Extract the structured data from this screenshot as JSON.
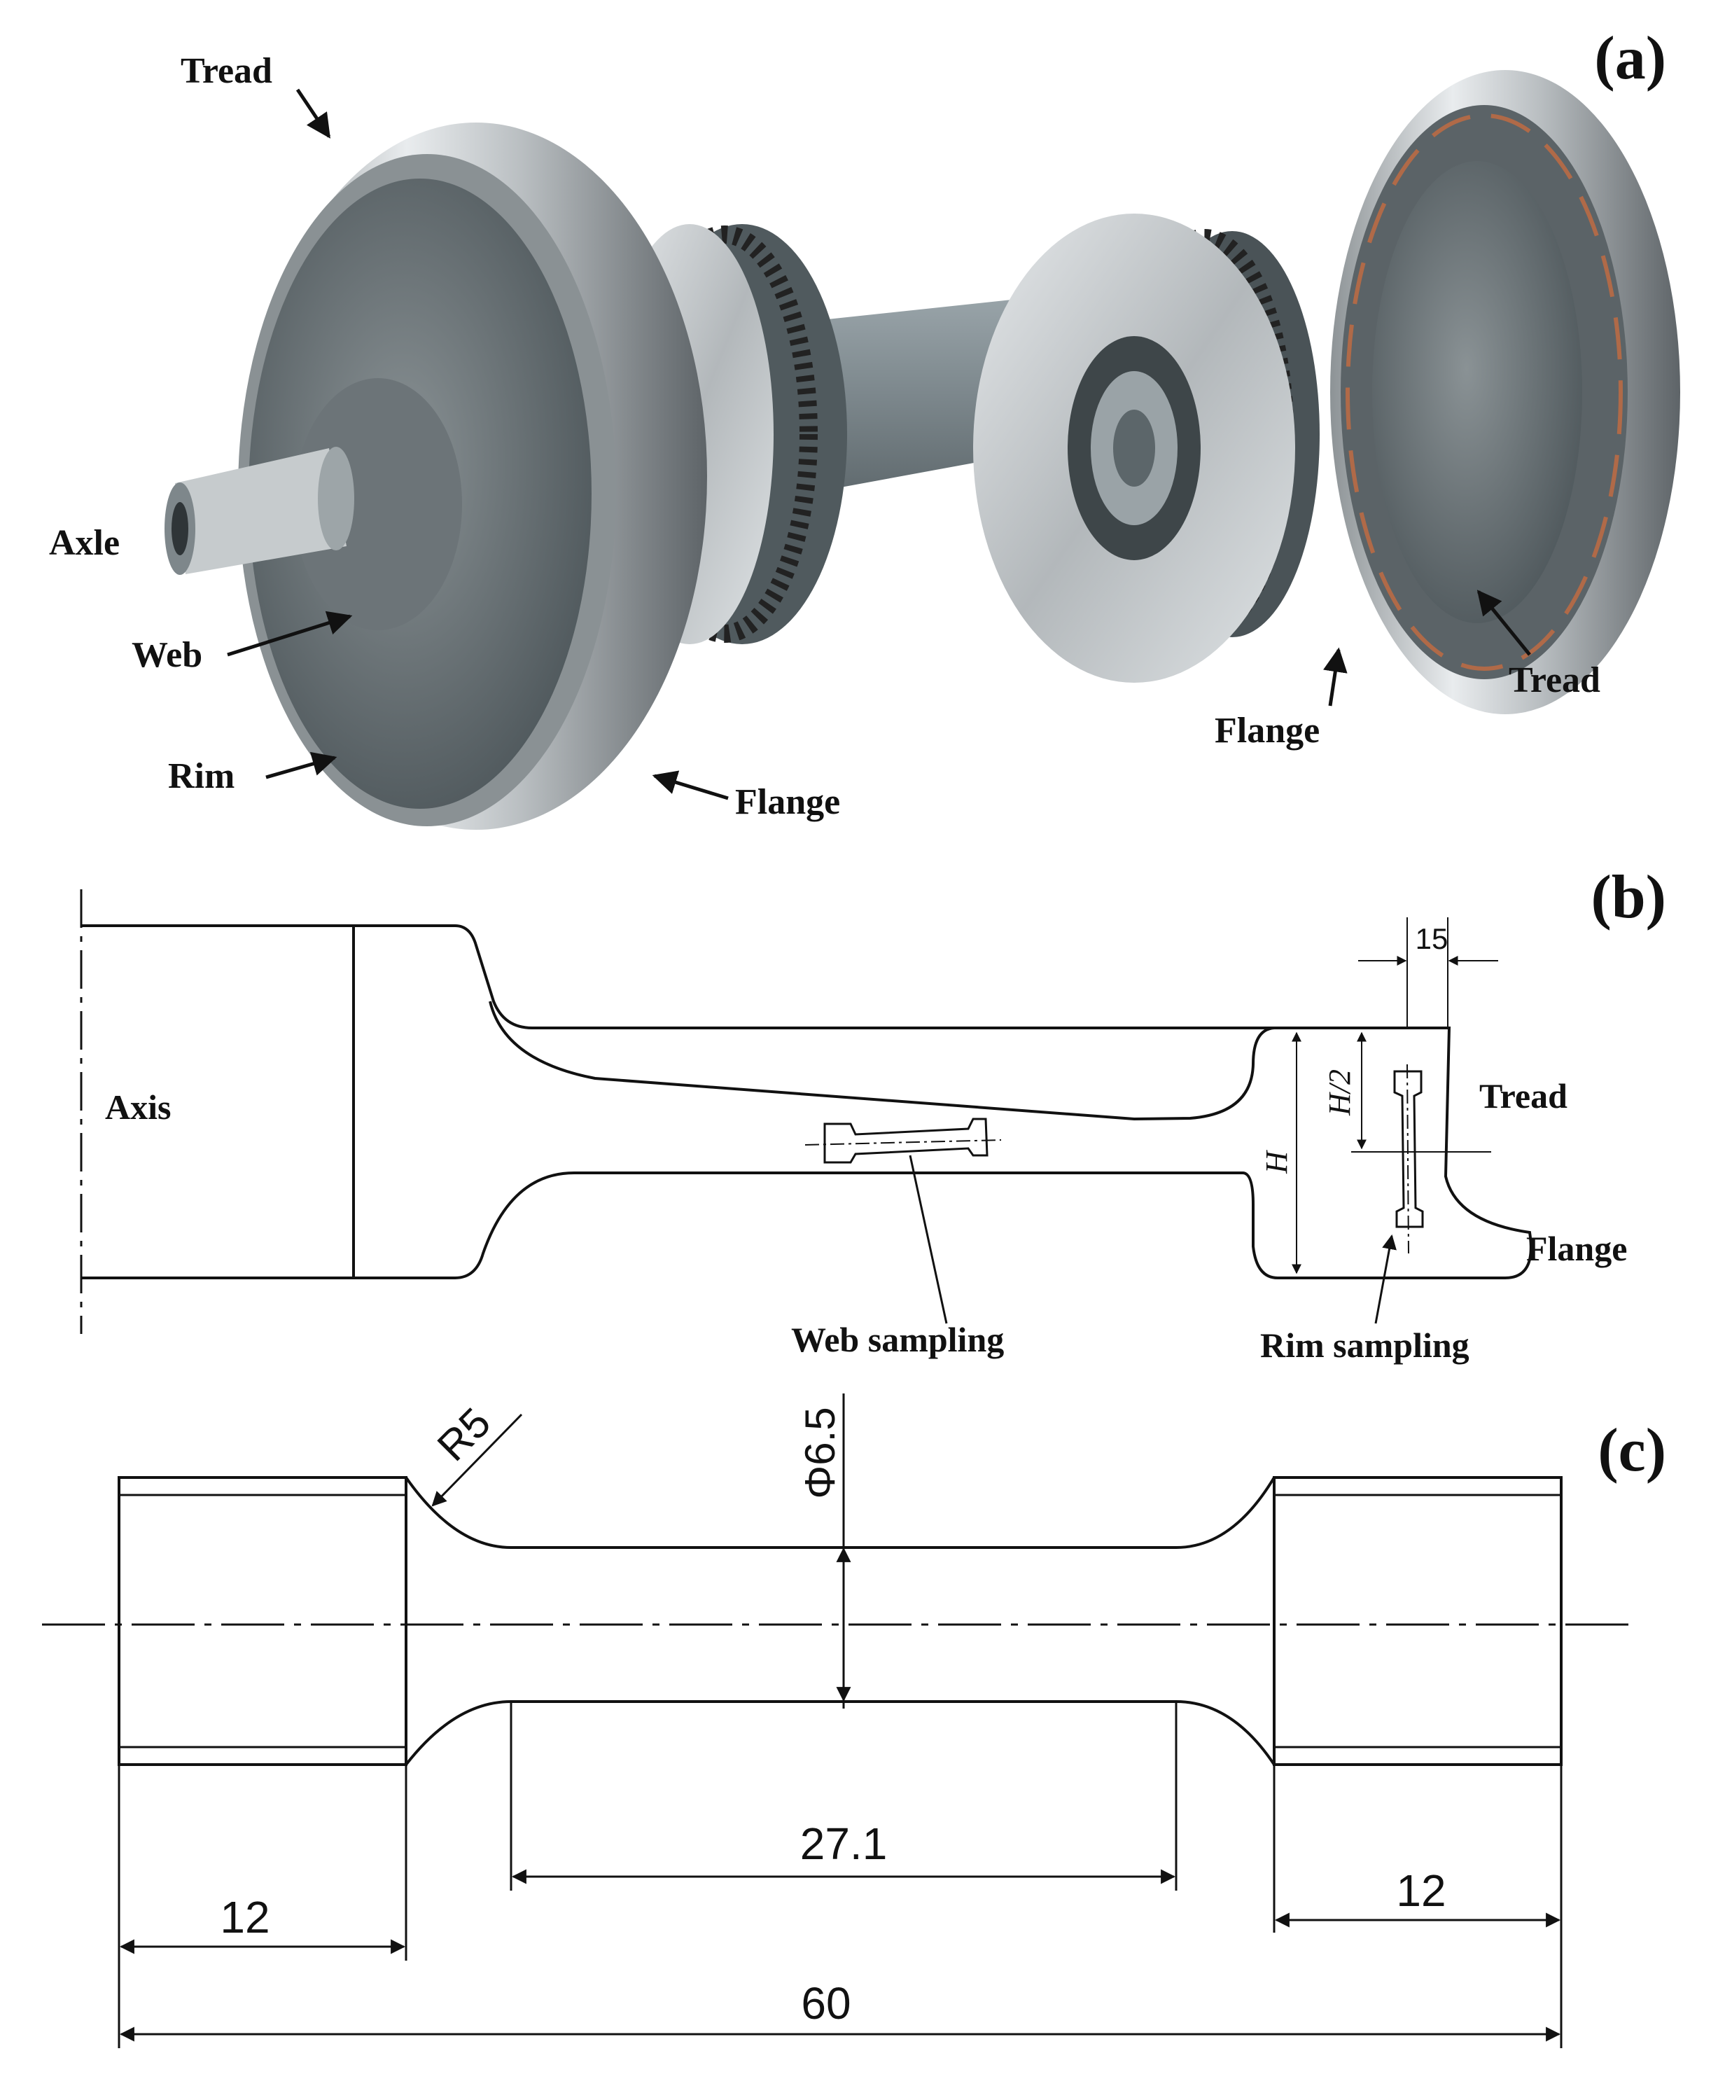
{
  "panels": {
    "a": {
      "tag": "(a)",
      "labels": {
        "tread_left": "Tread",
        "axle": "Axle",
        "web": "Web",
        "rim": "Rim",
        "flange_left": "Flange",
        "flange_right": "Flange",
        "tread_right": "Tread"
      }
    },
    "b": {
      "tag": "(b)",
      "labels": {
        "axis": "Axis",
        "tread": "Tread",
        "flange": "Flange",
        "web_sampling": "Web sampling",
        "rim_sampling": "Rim sampling",
        "dim_15": "15",
        "dim_h": "H",
        "dim_h2": "H/2"
      }
    },
    "c": {
      "tag": "(c)",
      "dims": {
        "r5": "R5",
        "phi": "Φ6.5",
        "gauge": "27.1",
        "grip_left": "12",
        "grip_right": "12",
        "total": "60"
      }
    }
  },
  "colors": {
    "wheel_steel": "#c9ccce",
    "web_grey": "#6f7679",
    "axle_grey": "#7f8a8f",
    "line": "#111111",
    "copper": "#b06a48"
  },
  "icons": [
    "arrow-icon"
  ]
}
